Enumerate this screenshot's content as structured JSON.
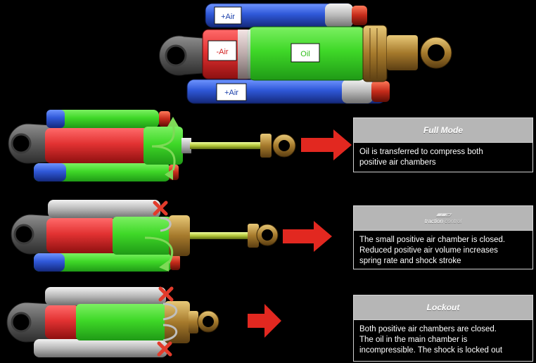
{
  "labels": {
    "pos_air_top": "+Air",
    "neg_air": "-Air",
    "oil": "Oil",
    "pos_air_bottom": "+Air"
  },
  "panels": {
    "full": {
      "title": "Full Mode",
      "text_lines": [
        "Oil is transferred to compress both",
        "positive air chambers"
      ]
    },
    "traction": {
      "logo_text_a": "traction",
      "logo_text_b": "control",
      "text_lines": [
        "The small positive air chamber is closed.",
        "Reduced positive air volume increases",
        "spring rate and shock stroke"
      ]
    },
    "lockout": {
      "title": "Lockout",
      "text_lines": [
        "Both positive air chambers are closed.",
        "The oil in the main chamber is",
        "incompressible. The shock is locked out"
      ]
    }
  },
  "colors": {
    "oil": "#45e02c",
    "negative_air": "#e53030",
    "positive_air": "#2d56d8",
    "closed_chamber": "#c8c8c8",
    "arrow": "#e22820",
    "flow_arrow": "#7ed957",
    "closed_mark": "#e23b2b"
  }
}
